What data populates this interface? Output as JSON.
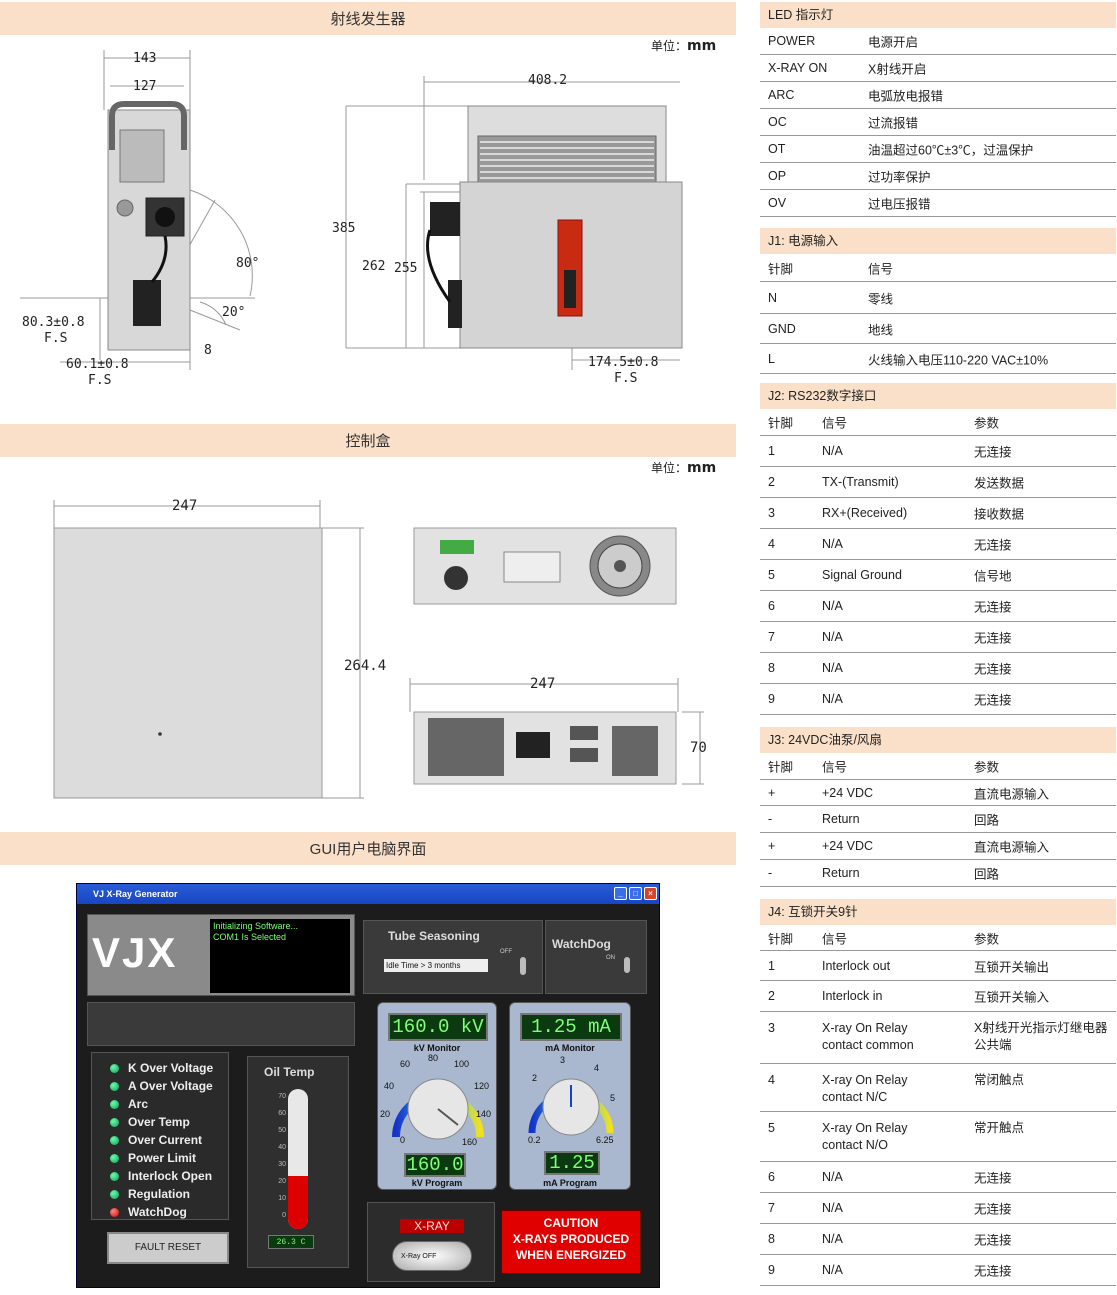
{
  "sections": {
    "generator": "射线发生器",
    "control_box": "控制盒",
    "gui": "GUI用户电脑界面"
  },
  "unit_label": {
    "prefix": "单位：",
    "value": "mm"
  },
  "dims": {
    "gen_top_width": "143",
    "gen_inner_width": "127",
    "gen_angle1": "80°",
    "gen_angle2": "20°",
    "gen_offset1": "80.3±0.8",
    "gen_offset1_sub": "F.S",
    "gen_offset2": "60.1±0.8",
    "gen_offset2_sub": "F.S",
    "gen_small": "8",
    "gen_length": "408.2",
    "gen_h1": "385",
    "gen_h2": "262",
    "gen_h3": "255",
    "gen_offset3": "174.5±0.8",
    "gen_offset3_sub": "F.S",
    "box_width": "247",
    "box_height": "264.4",
    "box_rear_width": "247",
    "box_rear_height": "70"
  },
  "gui": {
    "title": "VJ X-Ray Generator",
    "logo": "VJX",
    "console_lines": [
      "Initializing Software...",
      "COM1 Is Selected"
    ],
    "tube_seasoning": "Tube Seasoning",
    "off_label": "OFF",
    "idle_select": "Idle Time > 3 months",
    "watchdog": "WatchDog",
    "on_label": "ON",
    "status_items": [
      "K Over Voltage",
      "A Over Voltage",
      "Arc",
      "Over Temp",
      "Over Current",
      "Power Limit",
      "Interlock Open",
      "Regulation",
      "WatchDog"
    ],
    "fault_reset": "FAULT RESET",
    "oil_temp": "Oil Temp",
    "oil_temp_value": "26.3 C",
    "oil_ticks": [
      "70",
      "60",
      "50",
      "40",
      "30",
      "20",
      "10",
      "0"
    ],
    "oil_level_fraction": 0.376,
    "kv_monitor_value": "160.0 kV",
    "kv_monitor_label": "kV Monitor",
    "kv_ticks": [
      "0",
      "20",
      "40",
      "60",
      "80",
      "100",
      "120",
      "140",
      "160"
    ],
    "kv_program_value": "160.0",
    "kv_program_label": "kV Program",
    "ma_monitor_value": "1.25 mA",
    "ma_monitor_label": "mA Monitor",
    "ma_ticks": [
      "0.2",
      "2",
      "3",
      "4",
      "5",
      "6.25"
    ],
    "ma_program_value": "1.25",
    "ma_program_label": "mA Program",
    "xray_label": "X-RAY",
    "xray_off_button": "X-Ray OFF",
    "caution": [
      "CAUTION",
      "X-RAYS PRODUCED",
      "WHEN ENERGIZED"
    ],
    "colors": {
      "lcd_bg": "#0c3a10",
      "lcd_text": "#7dff77",
      "caution_bg": "#e00000"
    }
  },
  "led_table": {
    "title": "LED 指示灯",
    "rows": [
      [
        "POWER",
        "电源开启"
      ],
      [
        "X-RAY ON",
        "X射线开启"
      ],
      [
        "ARC",
        "电弧放电报错"
      ],
      [
        "OC",
        "过流报错"
      ],
      [
        "OT",
        "油温超过60℃±3℃，过温保护"
      ],
      [
        "OP",
        "过功率保护"
      ],
      [
        "OV",
        "过电压报错"
      ]
    ]
  },
  "j1_table": {
    "title": "J1: 电源输入",
    "header": [
      "针脚",
      "信号"
    ],
    "rows": [
      [
        "N",
        "零线"
      ],
      [
        "GND",
        "地线"
      ],
      [
        "L",
        "火线输入电压110-220 VAC±10%"
      ]
    ]
  },
  "j2_table": {
    "title": "J2: RS232数字接口",
    "header": [
      "针脚",
      "信号",
      "参数"
    ],
    "rows": [
      [
        "1",
        "N/A",
        "无连接"
      ],
      [
        "2",
        "TX-(Transmit)",
        "发送数据"
      ],
      [
        "3",
        "RX+(Received)",
        "接收数据"
      ],
      [
        "4",
        "N/A",
        "无连接"
      ],
      [
        "5",
        "Signal Ground",
        "信号地"
      ],
      [
        "6",
        "N/A",
        "无连接"
      ],
      [
        "7",
        "N/A",
        "无连接"
      ],
      [
        "8",
        "N/A",
        "无连接"
      ],
      [
        "9",
        "N/A",
        "无连接"
      ]
    ]
  },
  "j3_table": {
    "title": "J3: 24VDC油泵/风扇",
    "header": [
      "针脚",
      "信号",
      "参数"
    ],
    "rows": [
      [
        "+",
        "+24 VDC",
        "直流电源输入"
      ],
      [
        "-",
        "Return",
        "回路"
      ],
      [
        "+",
        "+24 VDC",
        "直流电源输入"
      ],
      [
        "-",
        "Return",
        "回路"
      ]
    ]
  },
  "j4_table": {
    "title": "J4: 互锁开关9针",
    "header": [
      "针脚",
      "信号",
      "参数"
    ],
    "rows": [
      [
        "1",
        "Interlock out",
        "互锁开关输出"
      ],
      [
        "2",
        "Interlock in",
        "互锁开关输入"
      ],
      [
        "3",
        "X-ray On Relay contact common",
        "X射线开光指示灯继电器公共端"
      ],
      [
        "4",
        "X-ray On Relay contact N/C",
        "常闭触点"
      ],
      [
        "5",
        "X-ray On Relay contact N/O",
        "常开触点"
      ],
      [
        "6",
        "N/A",
        "无连接"
      ],
      [
        "7",
        "N/A",
        "无连接"
      ],
      [
        "8",
        "N/A",
        "无连接"
      ],
      [
        "9",
        "N/A",
        "无连接"
      ]
    ]
  }
}
